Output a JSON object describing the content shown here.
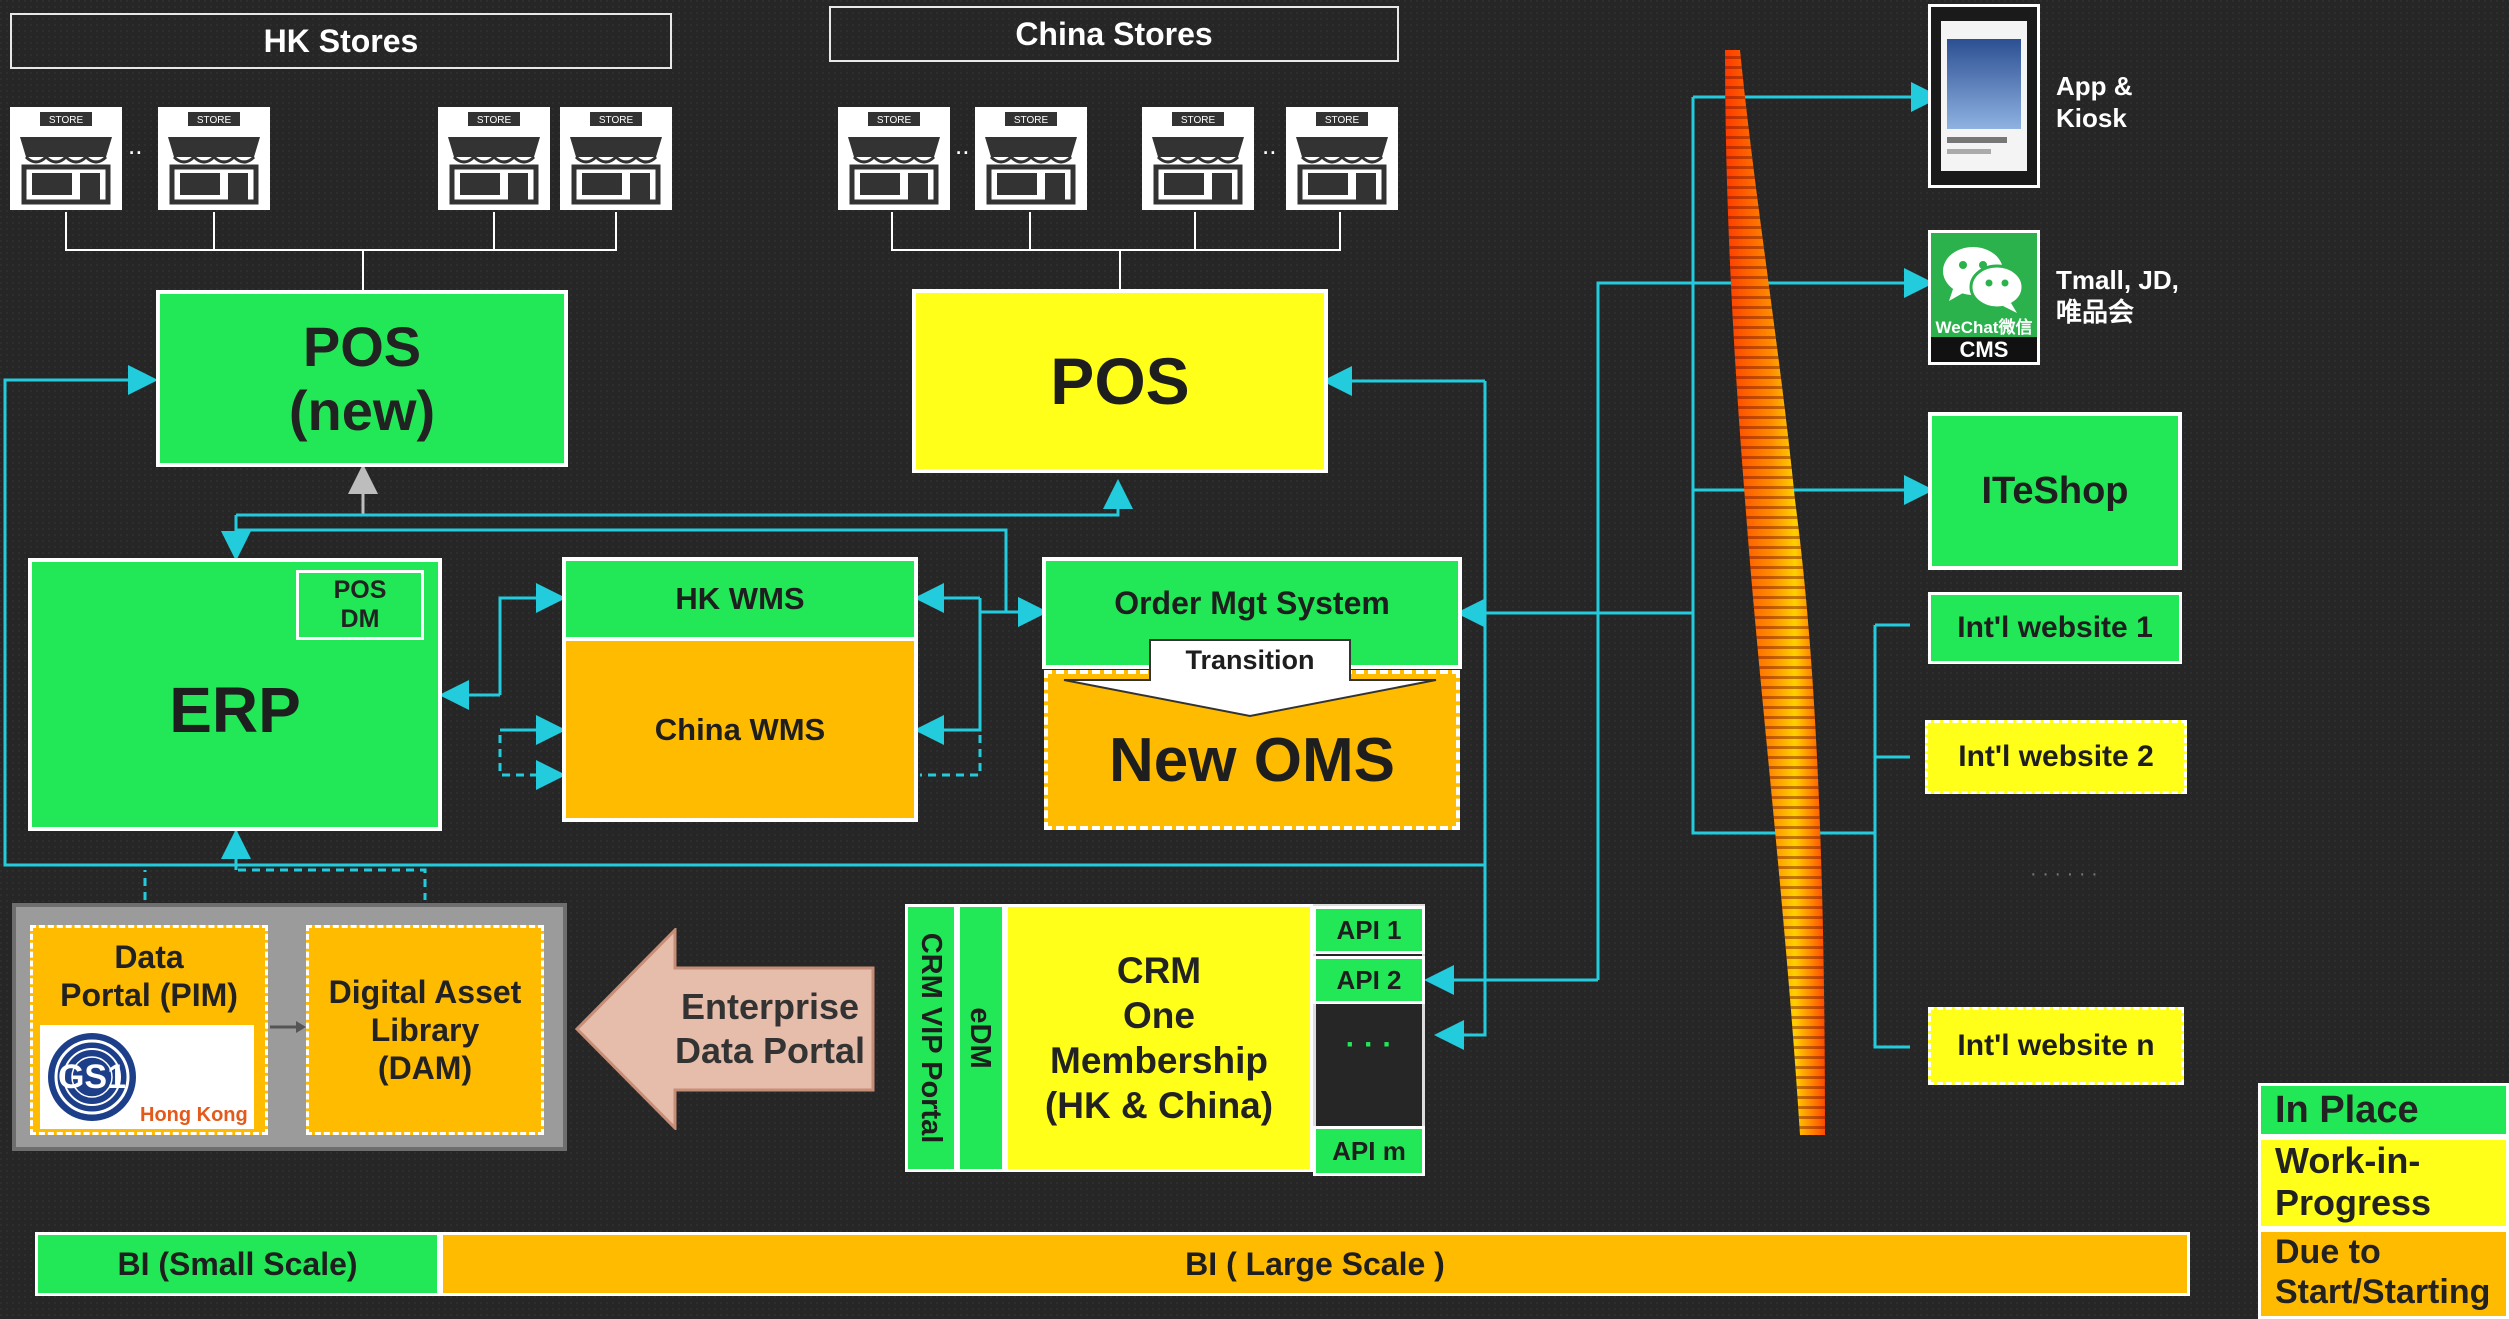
{
  "regions": {
    "hk_stores": "HK Stores",
    "china_stores": "China Stores",
    "store_sign": "STORE",
    "ellipsis": ".."
  },
  "boxes": {
    "pos_new_line1": "POS",
    "pos_new_line2": "(new)",
    "pos_china": "POS",
    "erp": "ERP",
    "pos_dm_line1": "POS",
    "pos_dm_line2": "DM",
    "hk_wms": "HK WMS",
    "china_wms": "China WMS",
    "order_mgt": "Order Mgt System",
    "transition": "Transition",
    "new_oms": "New OMS",
    "data_portal_line1": "Data",
    "data_portal_line2": "Portal (PIM)",
    "dam_line1": "Digital Asset",
    "dam_line2": "Library",
    "dam_line3": "(DAM)",
    "enterprise_line1": "Enterprise",
    "enterprise_line2": "Data Portal",
    "crm_vip_portal": "CRM VIP Portal",
    "edm": "eDM",
    "crm_line1": "CRM",
    "crm_line2": "One",
    "crm_line3": "Membership",
    "crm_line4": "(HK & China)",
    "api1": "API 1",
    "api2": "API 2",
    "api_dots": "· · ·",
    "apim": "API m",
    "bi_small": "BI (Small Scale)",
    "bi_large": "BI ( Large Scale )"
  },
  "gs1": {
    "logo": "GS1",
    "region": "Hong Kong"
  },
  "channels": {
    "app_kiosk_line1": "App &",
    "app_kiosk_line2": "Kiosk",
    "tmall_line1": "Tmall, JD,",
    "tmall_line2": "唯品会",
    "wechat": "WeChat微信",
    "cms": "CMS",
    "iteshop": "ITeShop",
    "intl1": "Int'l website 1",
    "intl2": "Int'l website 2",
    "intln": "Int'l website n"
  },
  "legend": {
    "in_place": "In Place",
    "wip_line1": "Work-in-",
    "wip_line2": "Progress",
    "due_line1": "Due to",
    "due_line2": "Start/Starting"
  },
  "colors": {
    "in_place": "#22e858",
    "work_in_progress": "#ffff1a",
    "due_to_start": "#ffbb00",
    "connector": "#22ccdd"
  }
}
